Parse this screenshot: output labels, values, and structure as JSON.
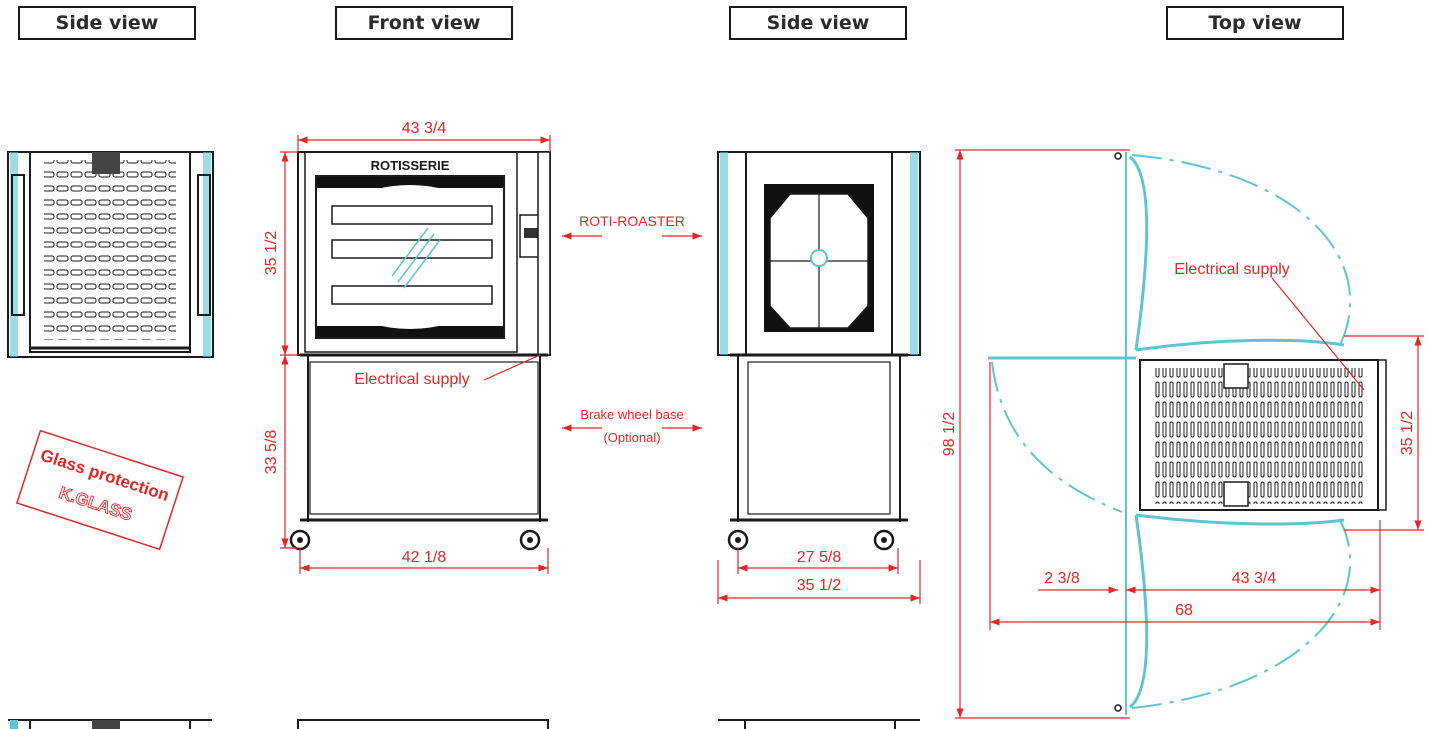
{
  "view_labels": {
    "side_left": "Side view",
    "front": "Front view",
    "side_right": "Side view",
    "top": "Top view"
  },
  "brand": "ROTISSERIE",
  "stamp": {
    "line1": "Glass protection",
    "line2": "K.GLASS"
  },
  "annotations": {
    "roti_roaster": "ROTI-ROASTER",
    "electrical_front": "Electrical supply",
    "brake_line1": "Brake wheel base",
    "brake_line2": "(Optional)",
    "electrical_top": "Electrical supply"
  },
  "dimensions": {
    "front_width_top": "43 3/4",
    "front_height_oven": "35 1/2",
    "front_height_stand": "33 5/8",
    "front_width_base": "42 1/8",
    "side_inner_width": "27 5/8",
    "side_outer_width": "35 1/2",
    "top_total_depth": "98 1/2",
    "top_height": "35 1/2",
    "top_offset": "2 3/8",
    "top_width": "43 3/4",
    "top_total_width": "68"
  },
  "colors": {
    "dimension": "#e32626",
    "door_swing": "#5cc4d2",
    "outline": "#1a1a1a"
  }
}
